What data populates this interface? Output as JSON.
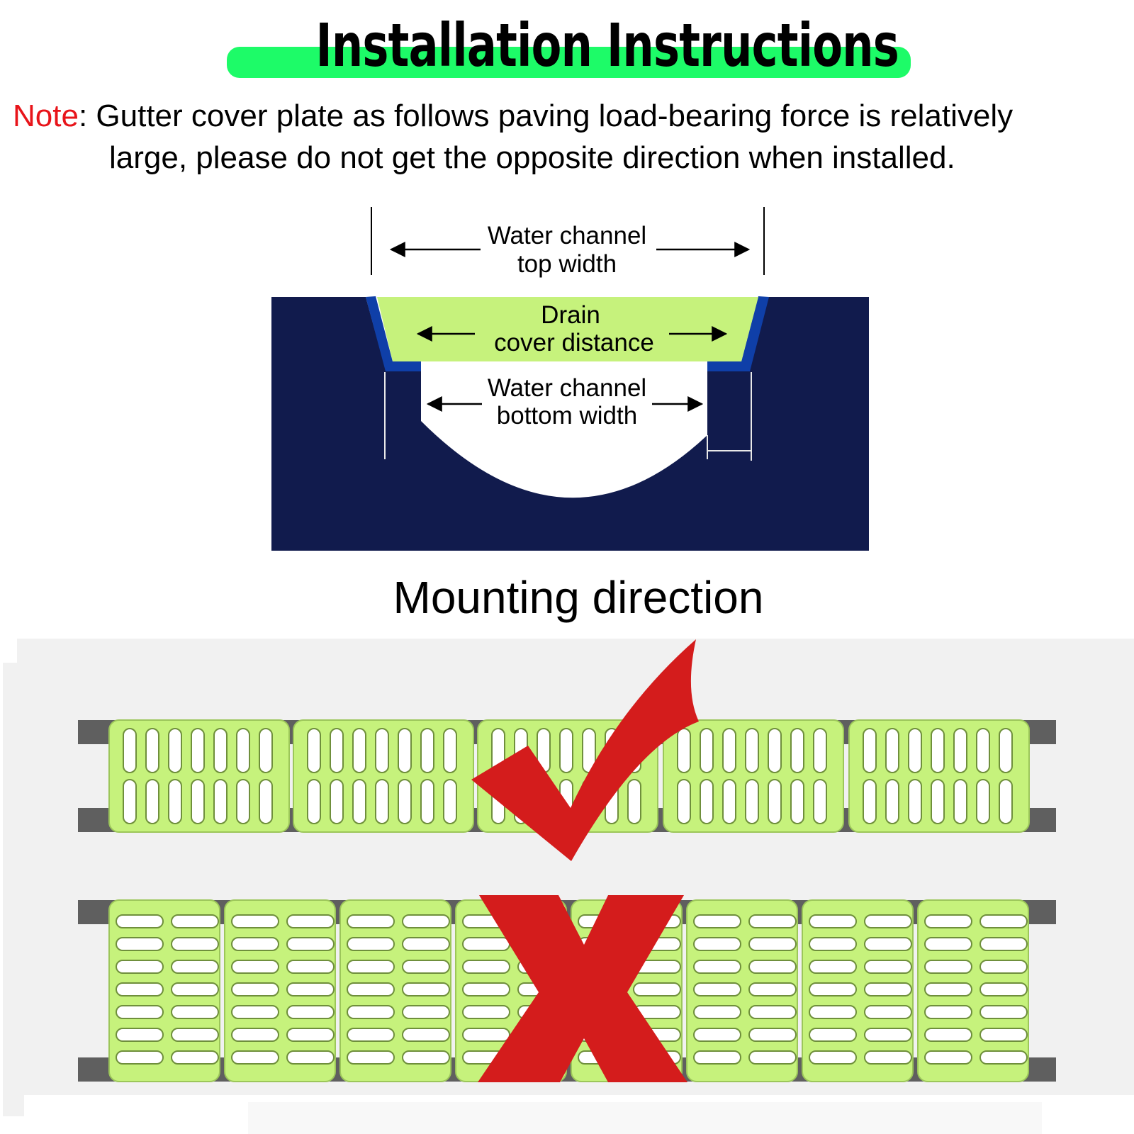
{
  "title": "Installation Instructions",
  "note": {
    "label": "Note",
    "line1": ": Gutter cover plate as follows paving load-bearing force is relatively",
    "line2": "large, please do not get the opposite direction when installed."
  },
  "diagram": {
    "top_width_line1": "Water channel",
    "top_width_line2": "top width",
    "cover_line1": "Drain",
    "cover_line2": "cover distance",
    "bottom_width_line1": "Water channel",
    "bottom_width_line2": "bottom width"
  },
  "mounting_title": "Mounting direction",
  "colors": {
    "title_bar": "#1dfb68",
    "note_label": "#e8141a",
    "channel_body": "#111b4d",
    "channel_edge": "#0f3fa8",
    "cover_green": "#c6f27c",
    "frame_gray": "#5f5f5f",
    "mark_red": "#d41c1c"
  },
  "icons": {
    "correct": "check-mark-icon",
    "wrong": "cross-mark-icon"
  }
}
